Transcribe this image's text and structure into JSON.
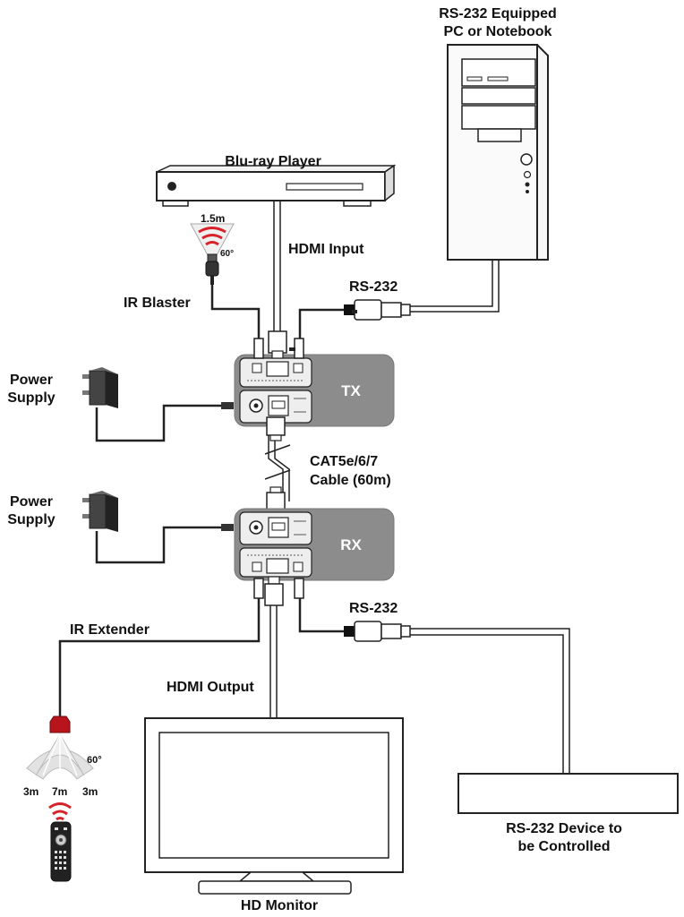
{
  "labels": {
    "pc_line1": "RS-232 Equipped",
    "pc_line2": "PC or Notebook",
    "bluray": "Blu-ray Player",
    "ir_range": "1.5m",
    "ir_angle_top": "60°",
    "hdmi_input": "HDMI Input",
    "ir_blaster": "IR Blaster",
    "rs232_top": "RS-232",
    "power1_line1": "Power",
    "power1_line2": "Supply",
    "tx": "TX",
    "cable_line1": "CAT5e/6/7",
    "cable_line2": "Cable (60m)",
    "power2_line1": "Power",
    "power2_line2": "Supply",
    "rx": "RX",
    "rs232_bottom": "RS-232",
    "ir_extender": "IR Extender",
    "hdmi_output": "HDMI Output",
    "ir_angle_bottom": "60°",
    "ir_left": "3m",
    "ir_center": "7m",
    "ir_right": "3m",
    "device_line1": "RS-232 Device to",
    "device_line2": "be Controlled",
    "hd_monitor": "HD Monitor"
  },
  "colors": {
    "stroke": "#222222",
    "unit_fill": "#8c8c8c",
    "panel_fill": "#eeeeee",
    "ir_red": "#d8222a",
    "light_fill": "#f4f4f4"
  }
}
